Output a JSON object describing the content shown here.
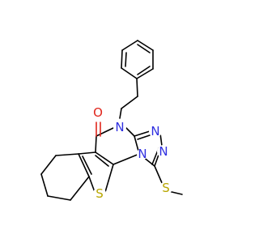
{
  "molecule": {
    "atoms": {
      "o1": {
        "symbol": "O",
        "color": "#e0251b"
      },
      "n4": {
        "symbol": "N",
        "color": "#2f2fe0"
      },
      "n_top": {
        "symbol": "N",
        "color": "#2f2fe0"
      },
      "n_right": {
        "symbol": "N",
        "color": "#2f2fe0"
      },
      "n_bridge": {
        "symbol": "N",
        "color": "#2f2fe0"
      },
      "s_ring": {
        "symbol": "S",
        "color": "#b8a600"
      },
      "s_methyl": {
        "symbol": "S",
        "color": "#b8a600"
      }
    }
  }
}
